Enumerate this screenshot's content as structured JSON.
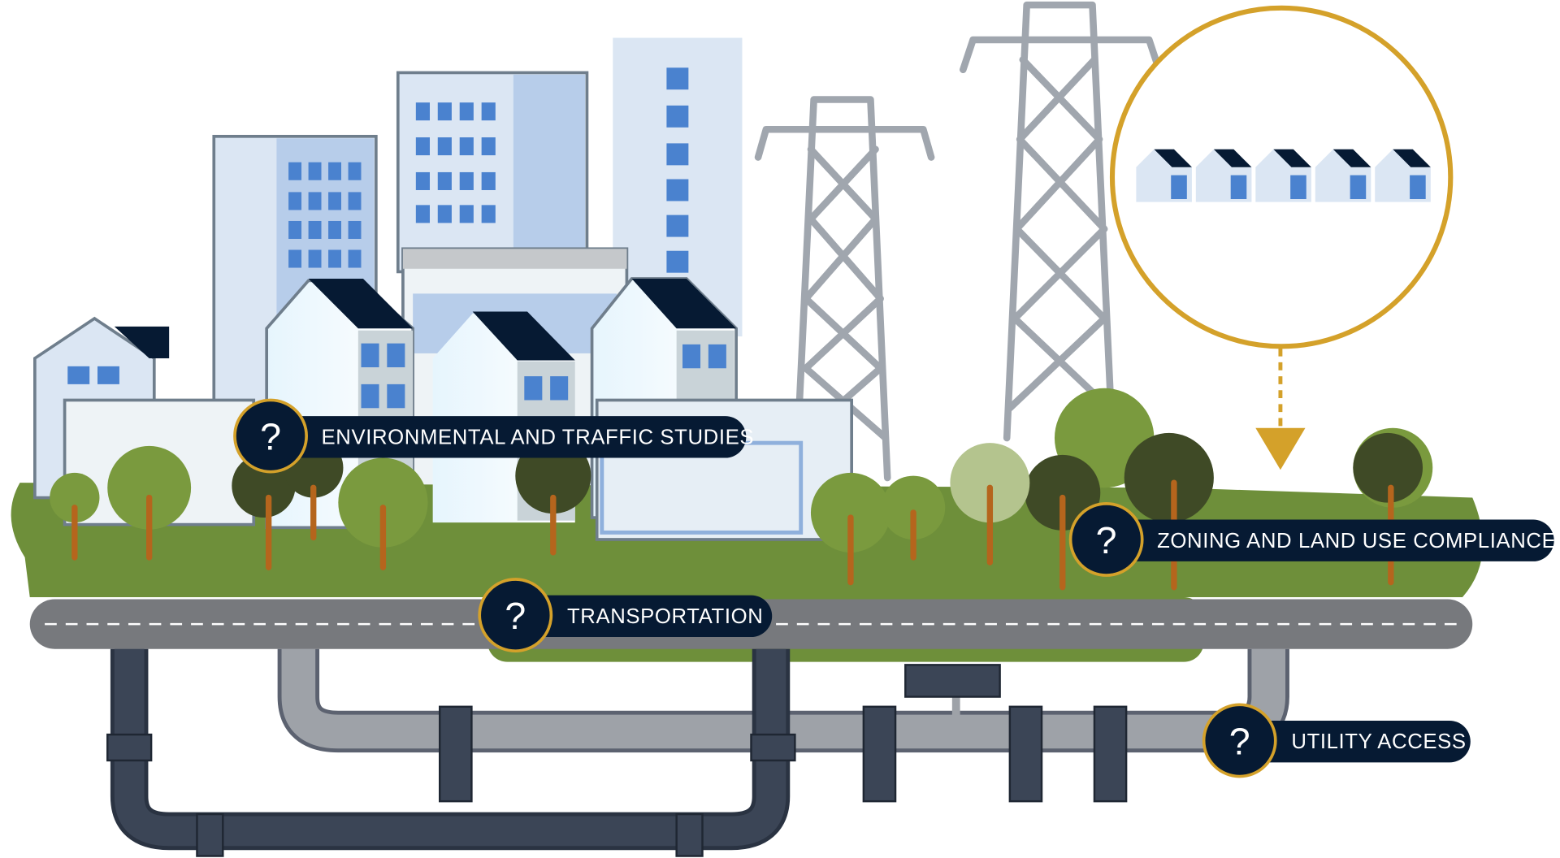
{
  "labels": {
    "environmental": "ENVIRONMENTAL AND TRAFFIC STUDIES",
    "zoning": "ZONING AND LAND USE COMPLIANCE",
    "transportation": "TRANSPORTATION",
    "utility": "UTILITY ACCESS"
  },
  "icons": {
    "marker": "question-mark-icon"
  },
  "colors": {
    "navy": "#061a33",
    "gold": "#d4a12a",
    "grass": "#6e8f3a",
    "road": "#77797d",
    "building": "#dbe6f3",
    "window": "#4a82cf",
    "pylon": "#a0a6ae",
    "pipe_dark": "#3b4556",
    "pipe_light": "#9ea2a8"
  }
}
